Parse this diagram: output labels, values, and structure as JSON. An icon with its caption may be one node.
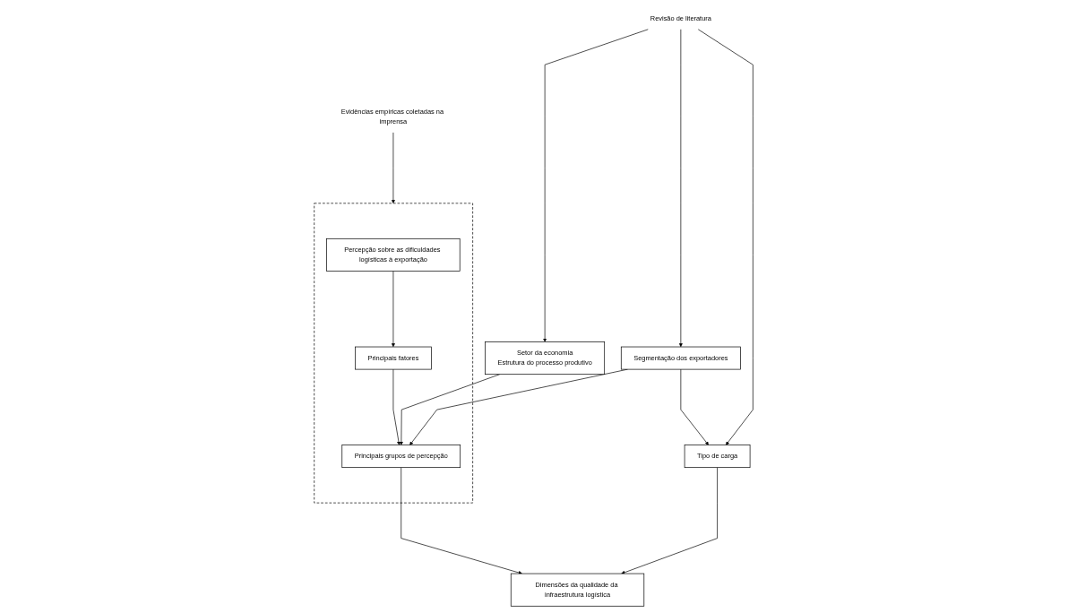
{
  "diagram": {
    "nodes": [
      {
        "text": [
          "Evidências empíricas coletadas na imprensa"
        ]
      },
      {
        "text": [],
        "shape": "box"
      },
      {
        "text": [
          "Percepção sobre as dificuldades logísticas à exportação"
        ],
        "in": 1
      },
      {
        "text": [
          "Principais fatores"
        ],
        "in": 1
      },
      {
        "text": [
          "Principais grupos de percepção"
        ],
        "in": 1
      },
      {
        "text": [
          "Setor da economia",
          "Estrutura do processo produtivo"
        ]
      },
      {
        "text": [
          "Dimensões da qualidade da infraestrutura logística"
        ]
      },
      {
        "text": [
          "Segmentação dos exportadores"
        ]
      },
      {
        "text": [
          "Tipo de carga"
        ]
      },
      {
        "text": [
          "Revisão de literatura"
        ]
      }
    ],
    "edges": [
      {
        "from": 0,
        "to": 1,
        "arrow": "to"
      },
      {
        "from": 2,
        "to": 3,
        "arrow": "to"
      },
      {
        "from": 3,
        "to": 4,
        "arrow": "to"
      },
      {
        "from": 5,
        "to": 4,
        "arrow": "to"
      },
      {
        "from": 4,
        "to": 6,
        "arrow": "to"
      },
      {
        "from": 7,
        "to": 4,
        "arrow": "to"
      },
      {
        "from": 7,
        "to": 8,
        "arrow": "to"
      },
      {
        "from": 8,
        "to": 6,
        "arrow": "to"
      },
      {
        "from": 9,
        "to": 5,
        "arrow": "to"
      },
      {
        "from": 9,
        "to": 7,
        "arrow": "to"
      },
      {
        "from": 9,
        "to": 8,
        "arrow": "to"
      }
    ]
  }
}
